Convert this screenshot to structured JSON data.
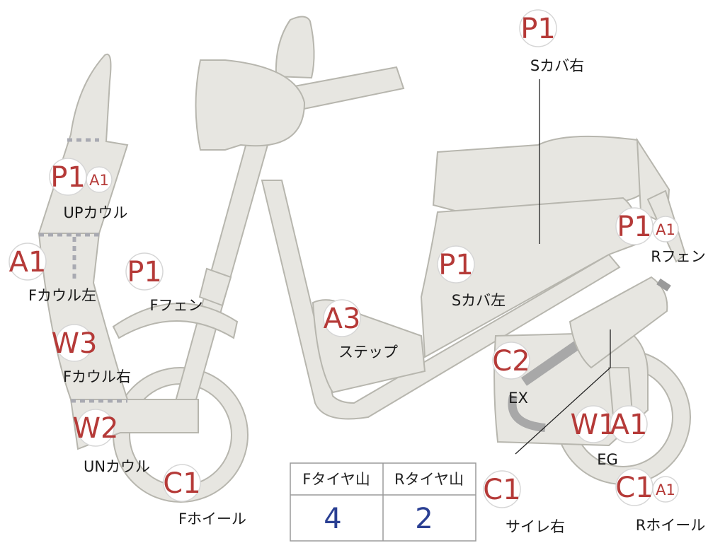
{
  "parts": [
    {
      "id": "up-cowl",
      "label": "UPカウル",
      "grades": [
        "P1",
        "A1"
      ]
    },
    {
      "id": "f-cowl-left",
      "label": "Fカウル左",
      "grades": [
        "A1"
      ]
    },
    {
      "id": "f-fender",
      "label": "Fフェン",
      "grades": [
        "P1"
      ]
    },
    {
      "id": "f-cowl-right",
      "label": "Fカウル右",
      "grades": [
        "W3"
      ]
    },
    {
      "id": "un-cowl",
      "label": "UNカウル",
      "grades": [
        "W2"
      ]
    },
    {
      "id": "f-wheel",
      "label": "Fホイール",
      "grades": [
        "C1"
      ]
    },
    {
      "id": "step",
      "label": "ステップ",
      "grades": [
        "A3"
      ]
    },
    {
      "id": "s-cover-left",
      "label": "Sカバ左",
      "grades": [
        "P1"
      ]
    },
    {
      "id": "s-cover-right",
      "label": "Sカバ右",
      "grades": [
        "P1"
      ]
    },
    {
      "id": "r-fender",
      "label": "Rフェン",
      "grades": [
        "P1",
        "A1"
      ]
    },
    {
      "id": "ex",
      "label": "EX",
      "grades": [
        "C2"
      ]
    },
    {
      "id": "eg",
      "label": "EG",
      "grades": [
        "W1",
        "A1"
      ]
    },
    {
      "id": "silencer-right",
      "label": "サイレ右",
      "grades": [
        "C1"
      ]
    },
    {
      "id": "r-wheel",
      "label": "Rホイール",
      "grades": [
        "C1",
        "A1"
      ]
    }
  ],
  "tire_table": {
    "headers": [
      "Fタイヤ山",
      "Rタイヤ山"
    ],
    "values": [
      "4",
      "2"
    ]
  },
  "colors": {
    "body": "#e7e6e1",
    "outline": "#b7b6ae",
    "grade_red": "#b53a38",
    "value_blue": "#2a3f93"
  }
}
